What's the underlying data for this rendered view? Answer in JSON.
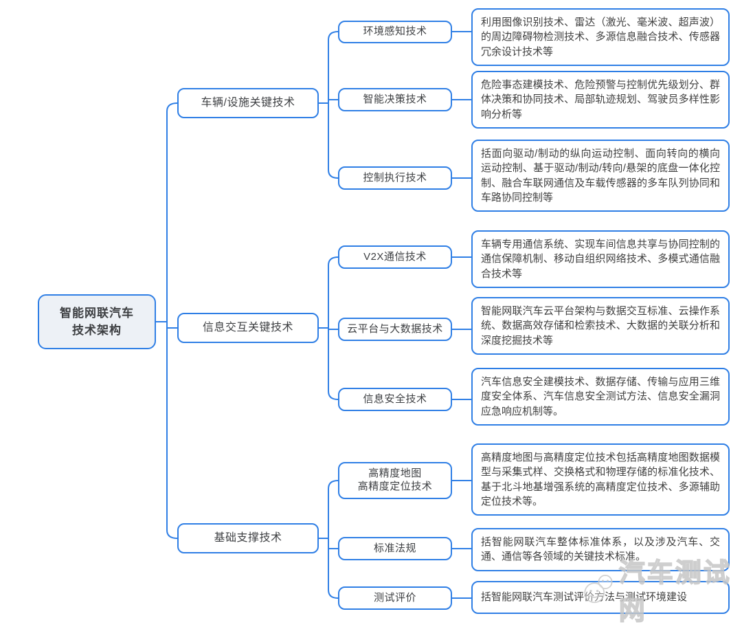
{
  "root": {
    "label": "智能网联汽车\n技术架构"
  },
  "watermark": {
    "text": "汽车测试网"
  },
  "colors": {
    "line": "#2e7ee5",
    "node_border": "#2e7ee5",
    "root_fill": "#edf1f6"
  },
  "branches": [
    {
      "label": "车辆/设施关键技术",
      "children": [
        {
          "label": "环境感知技术",
          "desc": "利用图像识别技术、雷达（激光、毫米波、超声波）的周边障碍物检测技术、多源信息融合技术、传感器冗余设计技术等"
        },
        {
          "label": "智能决策技术",
          "desc": "危险事态建模技术、危险预警与控制优先级划分、群体决策和协同技术、局部轨迹规划、驾驶员多样性影响分析等"
        },
        {
          "label": "控制执行技术",
          "desc": "括面向驱动/制动的纵向运动控制、面向转向的横向运动控制、基于驱动/制动/转向/悬架的底盘一体化控制、融合车联网通信及车载传感器的多车队列协同和车路协同控制等"
        }
      ]
    },
    {
      "label": "信息交互关键技术",
      "children": [
        {
          "label": "V2X通信技术",
          "desc": "车辆专用通信系统、实现车间信息共享与协同控制的通信保障机制、移动自组织网络技术、多模式通信融合技术等"
        },
        {
          "label": "云平台与大数据技术",
          "desc": "智能网联汽车云平台架构与数据交互标准、云操作系统、数据高效存储和检索技术、大数据的关联分析和深度挖掘技术等"
        },
        {
          "label": "信息安全技术",
          "desc": "汽车信息安全建模技术、数据存储、传输与应用三维度安全体系、汽车信息安全测试方法、信息安全漏洞应急响应机制等。"
        }
      ]
    },
    {
      "label": "基础支撑技术",
      "children": [
        {
          "label": "高精度地图\n高精度定位技术",
          "desc": "高精度地图与高精度定位技术包括高精度地图数据模型与采集式样、交换格式和物理存储的标准化技术、基于北斗地基增强系统的高精度定位技术、多源辅助定位技术等。"
        },
        {
          "label": "标准法规",
          "desc": "括智能网联汽车整体标准体系，以及涉及汽车、交通、通信等各领域的关键技术标准。"
        },
        {
          "label": "测试评价",
          "desc": "括智能网联汽车测试评价方法与测试环境建设"
        }
      ]
    }
  ]
}
